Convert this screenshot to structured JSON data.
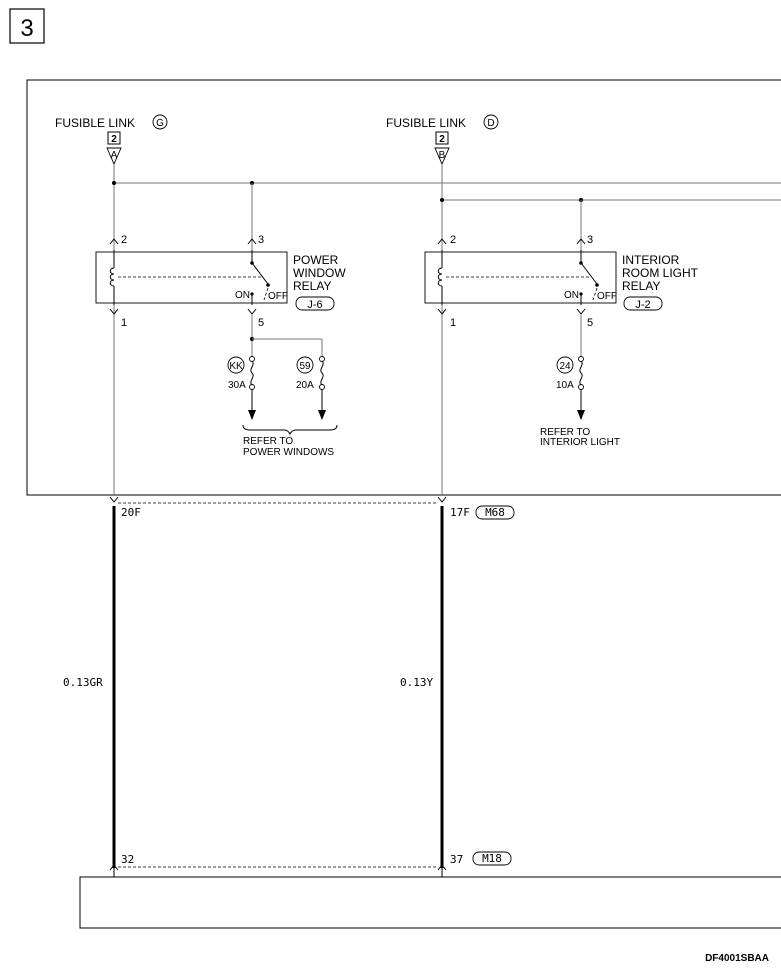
{
  "page_badge": "3",
  "doc_code": "DF4001SBAA",
  "fusible_links": [
    {
      "label": "FUSIBLE LINK",
      "letter": "G",
      "number": "2",
      "terminal": "A"
    },
    {
      "label": "FUSIBLE LINK",
      "letter": "D",
      "number": "2",
      "terminal": "B"
    }
  ],
  "relays": [
    {
      "name_lines": [
        "POWER",
        "WINDOW",
        "RELAY"
      ],
      "ref": "J-6",
      "pins": {
        "coil_top": "2",
        "switch_top": "3",
        "coil_bottom": "1",
        "switch_bottom": "5"
      },
      "on_label": "ON",
      "off_label": "OFF"
    },
    {
      "name_lines": [
        "INTERIOR",
        "ROOM LIGHT",
        "RELAY"
      ],
      "ref": "J-2",
      "pins": {
        "coil_top": "2",
        "switch_top": "3",
        "coil_bottom": "1",
        "switch_bottom": "5"
      },
      "on_label": "ON",
      "off_label": "OFF"
    }
  ],
  "fuses": [
    {
      "id": "KK",
      "rating": "30A"
    },
    {
      "id": "59",
      "rating": "20A"
    },
    {
      "id": "24",
      "rating": "10A"
    }
  ],
  "refers": [
    {
      "lines": [
        "REFER TO",
        "POWER WINDOWS"
      ]
    },
    {
      "lines": [
        "REFER TO",
        "INTERIOR LIGHT"
      ]
    }
  ],
  "wires": [
    {
      "top_pin": "20F",
      "bottom_pin": "32",
      "spec": "0.13GR"
    },
    {
      "top_pin": "17F",
      "bottom_pin": "37",
      "spec": "0.13Y"
    }
  ],
  "connectors": {
    "top": "M68",
    "bottom": "M18"
  },
  "colors": {
    "line": "#000000",
    "bus": "#777777"
  }
}
